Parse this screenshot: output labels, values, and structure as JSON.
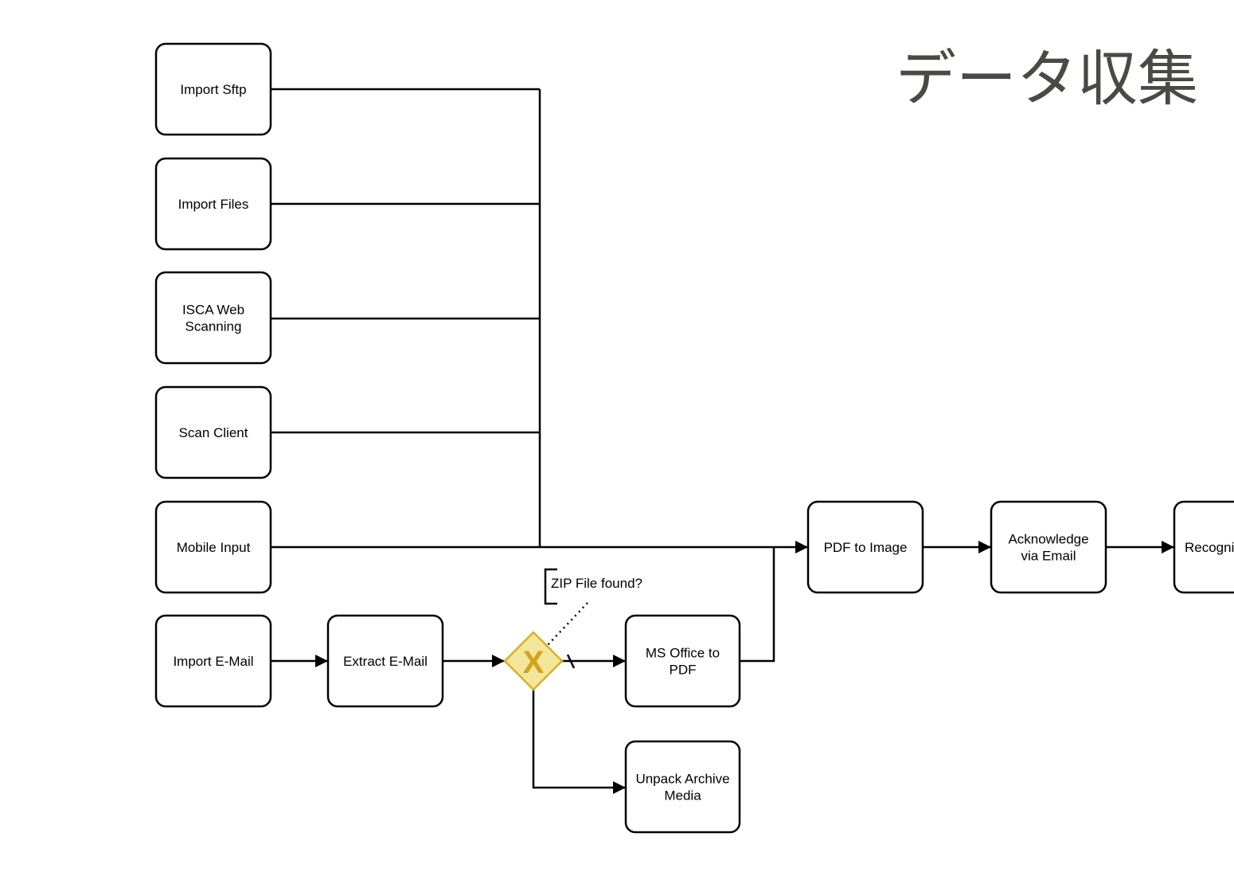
{
  "title": "データ収集",
  "nodes": {
    "import_sftp": [
      "Import Sftp"
    ],
    "import_files": [
      "Import Files"
    ],
    "isca_web_scanning": [
      "ISCA Web",
      "Scanning"
    ],
    "scan_client": [
      "Scan Client"
    ],
    "mobile_input": [
      "Mobile Input"
    ],
    "import_email": [
      "Import E-Mail"
    ],
    "extract_email": [
      "Extract E-Mail"
    ],
    "ms_office_to_pdf": [
      "MS Office to",
      "PDF"
    ],
    "unpack_archive": [
      "Unpack Archive",
      "Media"
    ],
    "pdf_to_image": [
      "PDF to Image"
    ],
    "acknowledge_email": [
      "Acknowledge",
      "via Email"
    ],
    "recognition": [
      "Recogni"
    ]
  },
  "gateway": {
    "symbol": "X",
    "type": "exclusive"
  },
  "annotation": "ZIP File found?",
  "colors": {
    "title": "#4a4a44",
    "gateway_fill": "#f3e59a",
    "gateway_stroke": "#d6b12a",
    "gateway_symbol": "#d4a11c"
  }
}
